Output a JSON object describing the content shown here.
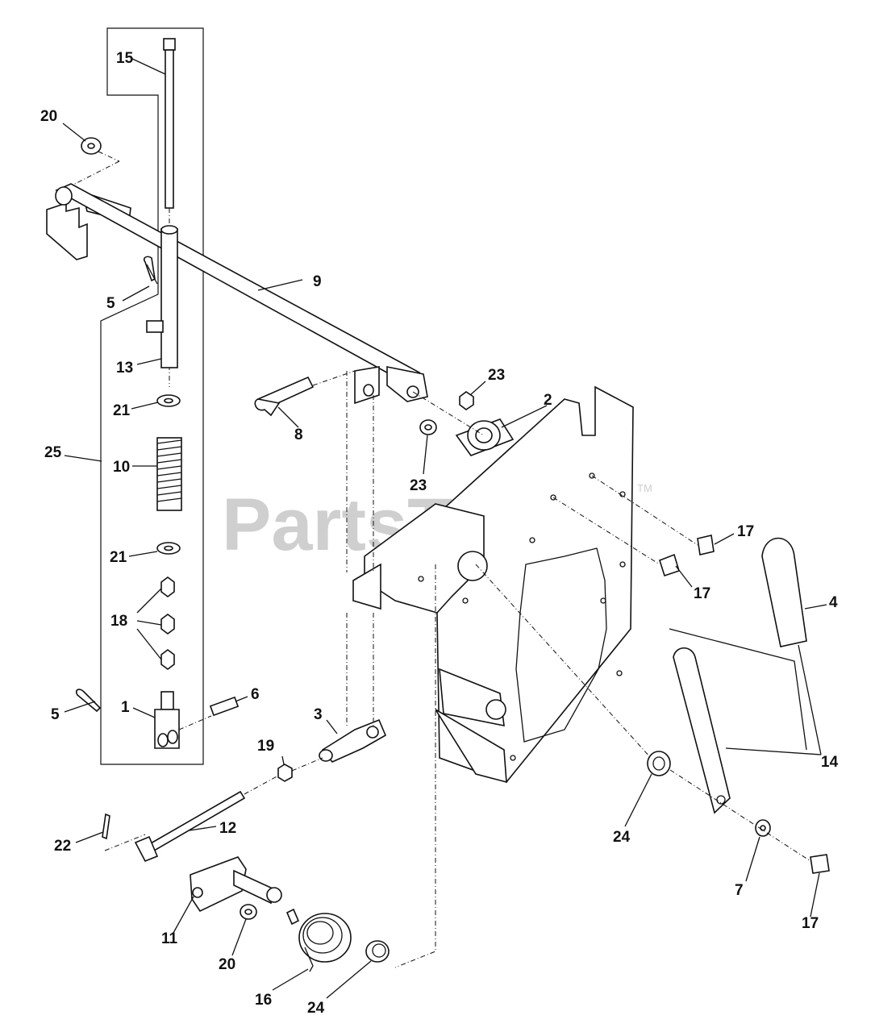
{
  "watermark": {
    "text": "PartsTree",
    "trademark": "TM"
  },
  "callouts": [
    {
      "id": "c15",
      "text": "15"
    },
    {
      "id": "c20a",
      "text": "20"
    },
    {
      "id": "c5a",
      "text": "5"
    },
    {
      "id": "c9",
      "text": "9"
    },
    {
      "id": "c13",
      "text": "13"
    },
    {
      "id": "c21a",
      "text": "21"
    },
    {
      "id": "c25",
      "text": "25"
    },
    {
      "id": "c10",
      "text": "10"
    },
    {
      "id": "c21b",
      "text": "21"
    },
    {
      "id": "c18",
      "text": "18"
    },
    {
      "id": "c5b",
      "text": "5"
    },
    {
      "id": "c1",
      "text": "1"
    },
    {
      "id": "c6",
      "text": "6"
    },
    {
      "id": "c3",
      "text": "3"
    },
    {
      "id": "c8",
      "text": "8"
    },
    {
      "id": "c23a",
      "text": "23"
    },
    {
      "id": "c2",
      "text": "2"
    },
    {
      "id": "c23b",
      "text": "23"
    },
    {
      "id": "c17a",
      "text": "17"
    },
    {
      "id": "c17b",
      "text": "17"
    },
    {
      "id": "c4",
      "text": "4"
    },
    {
      "id": "c14",
      "text": "14"
    },
    {
      "id": "c19",
      "text": "19"
    },
    {
      "id": "c12",
      "text": "12"
    },
    {
      "id": "c22",
      "text": "22"
    },
    {
      "id": "c24a",
      "text": "24"
    },
    {
      "id": "c7",
      "text": "7"
    },
    {
      "id": "c17c",
      "text": "17"
    },
    {
      "id": "c11",
      "text": "11"
    },
    {
      "id": "c20b",
      "text": "20"
    },
    {
      "id": "c16",
      "text": "16"
    },
    {
      "id": "c24b",
      "text": "24"
    }
  ]
}
